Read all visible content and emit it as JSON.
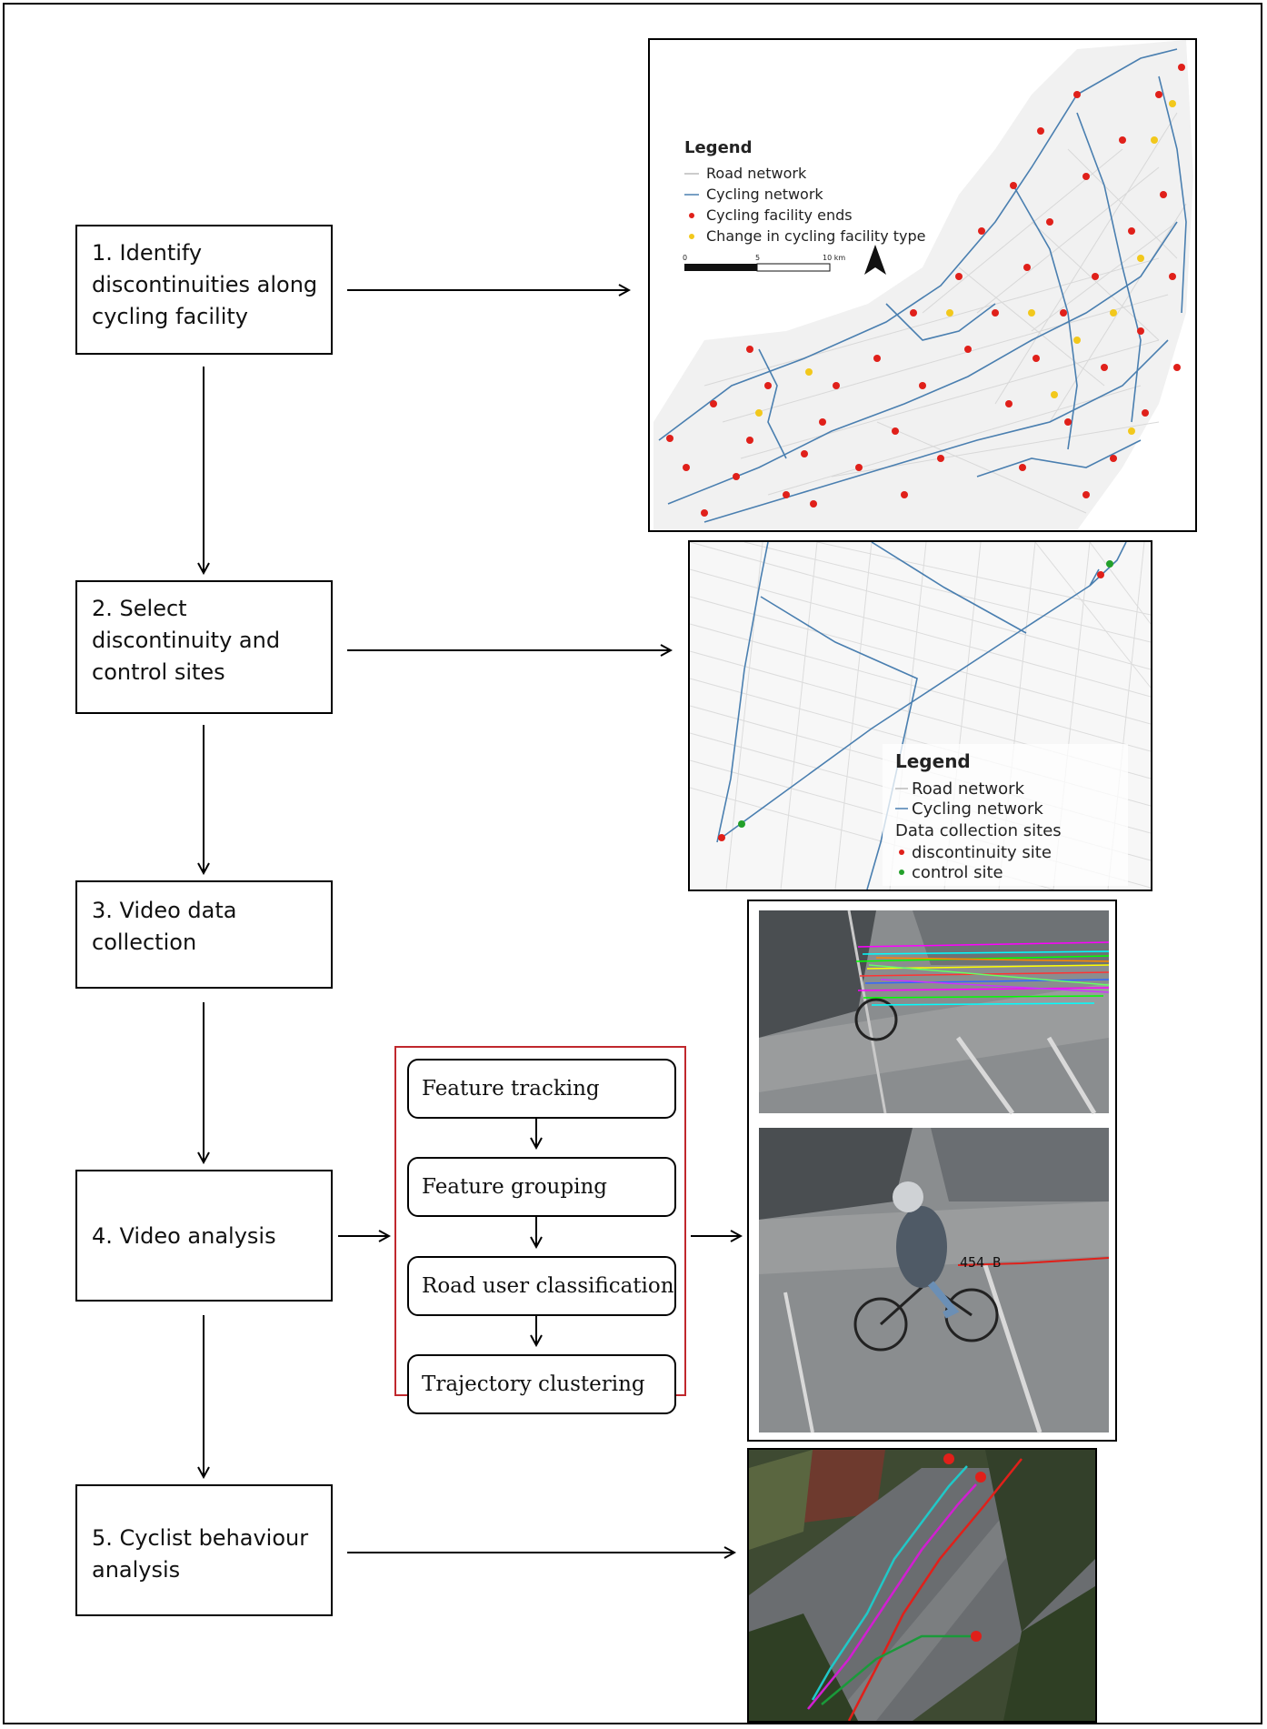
{
  "steps": [
    {
      "lines": [
        "1. Identify",
        "discontinuities along",
        "cycling facility"
      ]
    },
    {
      "lines": [
        "2. Select",
        "discontinuity and",
        "control sites"
      ]
    },
    {
      "lines": [
        "3. Video data",
        "collection"
      ]
    },
    {
      "lines": [
        "4. Video analysis"
      ]
    },
    {
      "lines": [
        "5. Cyclist behaviour",
        "analysis"
      ]
    }
  ],
  "video_analysis_substeps": [
    "Feature tracking",
    "Feature grouping",
    "Road user classification",
    "Trajectory clustering"
  ],
  "map1": {
    "legend_title": "Legend",
    "items": [
      "Road network",
      "Cycling network",
      "Cycling facility ends",
      "Change in cycling facility type"
    ],
    "scale_labels": [
      "0",
      "5",
      "10 km"
    ]
  },
  "map2": {
    "legend_title": "Legend",
    "items": [
      "Road network",
      "Cycling network"
    ],
    "section_label": "Data collection sites",
    "site_items": [
      "discontinuity site",
      "control site"
    ]
  },
  "video_frame": {
    "track_label": "454  B"
  },
  "colors": {
    "analysis_box_border": "#c0282d",
    "cycling_network": "#4a7fb0",
    "facility_end": "#e0201a",
    "facility_change": "#f2c81c",
    "discontinuity_site": "#e0201a",
    "control_site": "#23a02a"
  }
}
